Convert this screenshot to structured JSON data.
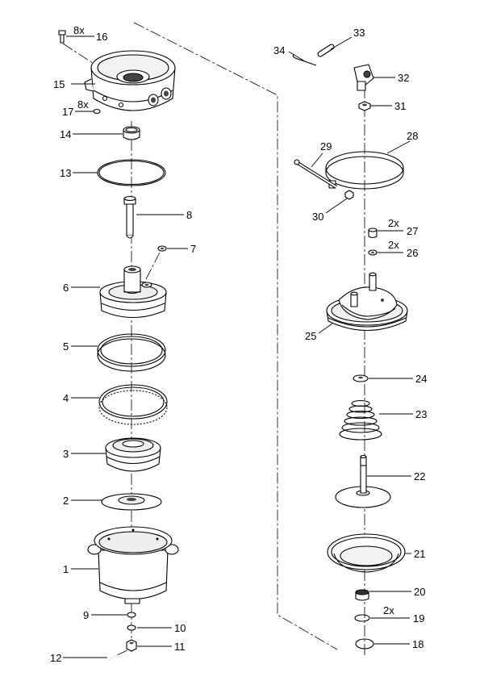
{
  "callouts": {
    "n1": "1",
    "n2": "2",
    "n3": "3",
    "n4": "4",
    "n5": "5",
    "n6": "6",
    "n7": "7",
    "n8": "8",
    "n9": "9",
    "n10": "10",
    "n11": "11",
    "n12": "12",
    "n13": "13",
    "n14": "14",
    "n15": "15",
    "n16": "16",
    "n17": "17",
    "n18": "18",
    "n19": "19",
    "n20": "20",
    "n21": "21",
    "n22": "22",
    "n23": "23",
    "n24": "24",
    "n25": "25",
    "n26": "26",
    "n27": "27",
    "n28": "28",
    "n29": "29",
    "n30": "30",
    "n31": "31",
    "n32": "32",
    "n33": "33",
    "n34": "34"
  },
  "quantities": {
    "n16": "8x",
    "n17": "8x",
    "n19": "2x",
    "n26": "2x",
    "n27": "2x"
  }
}
